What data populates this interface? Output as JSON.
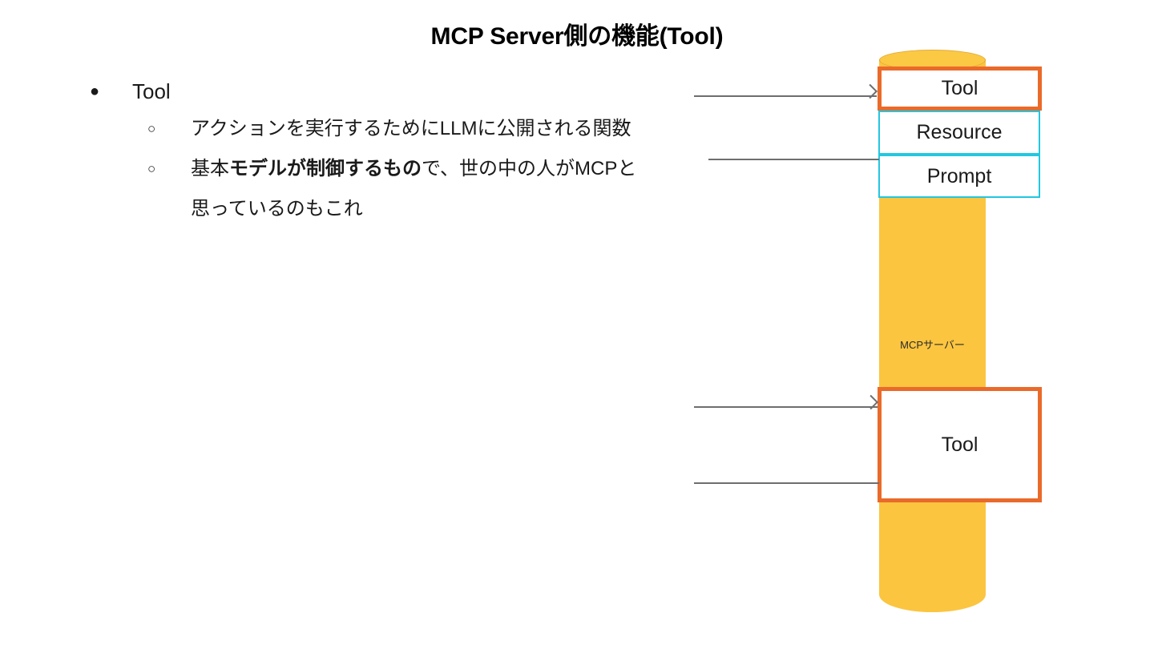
{
  "slide": {
    "title": "MCP Server側の機能(Tool)",
    "bullets": {
      "level1_label": "Tool",
      "level1_marker": "●",
      "level2_marker": "○",
      "item1": "アクションを実行するためにLLMに公開される関数",
      "item2_plain_prefix": "基本",
      "item2_bold": "モデルが制御するもの",
      "item2_plain_suffix": "で、世の中の人がMCPと",
      "item2_line2": "思っているのもこれ"
    }
  },
  "diagram": {
    "cylinder_label": "MCPサーバー",
    "boxes": {
      "tool_top": "Tool",
      "resource": "Resource",
      "prompt": "Prompt",
      "tool_bottom": "Tool"
    }
  },
  "colors": {
    "accent_orange": "#ea6a2a",
    "accent_cyan": "#22c7e0",
    "cylinder_yellow": "#fbc540",
    "connector_gray": "#6e6e6e",
    "text": "#1a1a1a",
    "background": "#ffffff"
  }
}
